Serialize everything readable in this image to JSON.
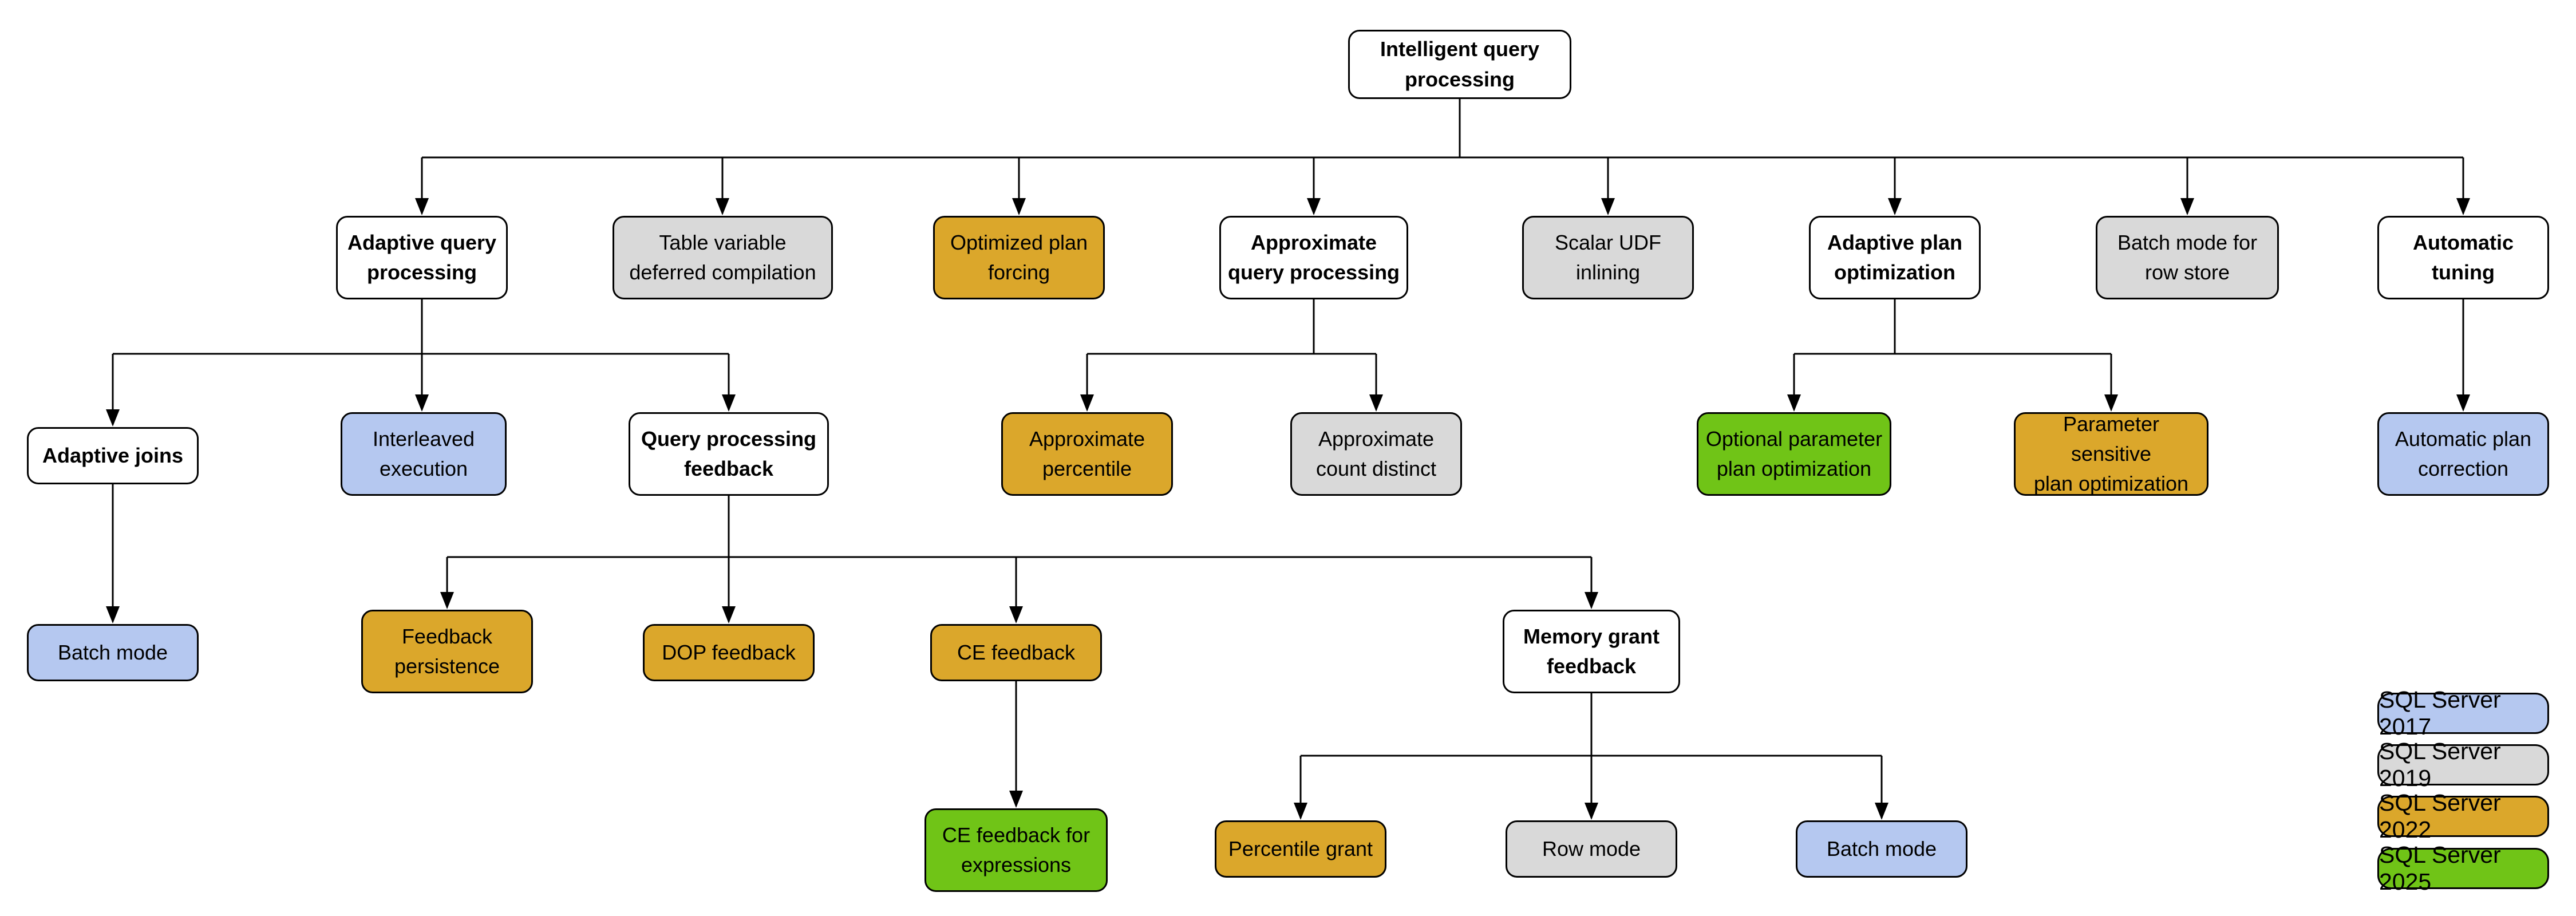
{
  "diagram": {
    "title": "Intelligent query processing feature family tree",
    "colors": {
      "sql_server_2017": "#b5c8f0",
      "sql_server_2019": "#d9d9d9",
      "sql_server_2022": "#dba72b",
      "sql_server_2025": "#70c417",
      "plain_node": "#ffffff",
      "line": "#000000"
    }
  },
  "nodes": {
    "root": {
      "label": "Intelligent query\nprocessing",
      "version": "none"
    },
    "adaptive_query_processing": {
      "label": "Adaptive query\nprocessing",
      "version": "none"
    },
    "table_variable_deferred_compilation": {
      "label": "Table variable\ndeferred compilation",
      "version": "SQL Server 2019"
    },
    "optimized_plan_forcing": {
      "label": "Optimized plan\nforcing",
      "version": "SQL Server 2022"
    },
    "approximate_query_processing": {
      "label": "Approximate\nquery processing",
      "version": "none"
    },
    "scalar_udf_inlining": {
      "label": "Scalar UDF\ninlining",
      "version": "SQL Server 2019"
    },
    "adaptive_plan_optimization": {
      "label": "Adaptive plan\noptimization",
      "version": "none"
    },
    "batch_mode_for_row_store": {
      "label": "Batch mode for\nrow store",
      "version": "SQL Server 2019"
    },
    "automatic_tuning": {
      "label": "Automatic\ntuning",
      "version": "none"
    },
    "adaptive_joins": {
      "label": "Adaptive joins",
      "version": "none"
    },
    "interleaved_execution": {
      "label": "Interleaved\nexecution",
      "version": "SQL Server 2017"
    },
    "query_processing_feedback": {
      "label": "Query processing\nfeedback",
      "version": "none"
    },
    "approximate_percentile": {
      "label": "Approximate\npercentile",
      "version": "SQL Server 2022"
    },
    "approximate_count_distinct": {
      "label": "Approximate\ncount distinct",
      "version": "SQL Server 2019"
    },
    "optional_parameter_plan_optimization": {
      "label": "Optional parameter\nplan optimization",
      "version": "SQL Server 2025"
    },
    "parameter_sensitive_plan_optimization": {
      "label": "Parameter sensitive\nplan optimization",
      "version": "SQL Server 2022"
    },
    "automatic_plan_correction": {
      "label": "Automatic plan\ncorrection",
      "version": "SQL Server 2017"
    },
    "batch_mode_adaptive_joins": {
      "label": "Batch mode",
      "version": "SQL Server 2017"
    },
    "feedback_persistence": {
      "label": "Feedback\npersistence",
      "version": "SQL Server 2022"
    },
    "dop_feedback": {
      "label": "DOP feedback",
      "version": "SQL Server 2022"
    },
    "ce_feedback": {
      "label": "CE feedback",
      "version": "SQL Server 2022"
    },
    "memory_grant_feedback": {
      "label": "Memory grant\nfeedback",
      "version": "none"
    },
    "ce_feedback_for_expressions": {
      "label": "CE feedback for\nexpressions",
      "version": "SQL Server 2025"
    },
    "percentile_grant": {
      "label": "Percentile grant",
      "version": "SQL Server 2022"
    },
    "row_mode": {
      "label": "Row mode",
      "version": "SQL Server 2019"
    },
    "batch_mode_memory_grant": {
      "label": "Batch mode",
      "version": "SQL Server 2017"
    }
  },
  "edges": [
    {
      "from": "root",
      "to": "adaptive_query_processing"
    },
    {
      "from": "root",
      "to": "table_variable_deferred_compilation"
    },
    {
      "from": "root",
      "to": "optimized_plan_forcing"
    },
    {
      "from": "root",
      "to": "approximate_query_processing"
    },
    {
      "from": "root",
      "to": "scalar_udf_inlining"
    },
    {
      "from": "root",
      "to": "adaptive_plan_optimization"
    },
    {
      "from": "root",
      "to": "batch_mode_for_row_store"
    },
    {
      "from": "root",
      "to": "automatic_tuning"
    },
    {
      "from": "adaptive_query_processing",
      "to": "adaptive_joins"
    },
    {
      "from": "adaptive_query_processing",
      "to": "interleaved_execution"
    },
    {
      "from": "adaptive_query_processing",
      "to": "query_processing_feedback"
    },
    {
      "from": "approximate_query_processing",
      "to": "approximate_percentile"
    },
    {
      "from": "approximate_query_processing",
      "to": "approximate_count_distinct"
    },
    {
      "from": "adaptive_plan_optimization",
      "to": "optional_parameter_plan_optimization"
    },
    {
      "from": "adaptive_plan_optimization",
      "to": "parameter_sensitive_plan_optimization"
    },
    {
      "from": "automatic_tuning",
      "to": "automatic_plan_correction"
    },
    {
      "from": "adaptive_joins",
      "to": "batch_mode_adaptive_joins"
    },
    {
      "from": "query_processing_feedback",
      "to": "feedback_persistence"
    },
    {
      "from": "query_processing_feedback",
      "to": "dop_feedback"
    },
    {
      "from": "query_processing_feedback",
      "to": "ce_feedback"
    },
    {
      "from": "query_processing_feedback",
      "to": "memory_grant_feedback"
    },
    {
      "from": "ce_feedback",
      "to": "ce_feedback_for_expressions"
    },
    {
      "from": "memory_grant_feedback",
      "to": "percentile_grant"
    },
    {
      "from": "memory_grant_feedback",
      "to": "row_mode"
    },
    {
      "from": "memory_grant_feedback",
      "to": "batch_mode_memory_grant"
    }
  ],
  "legend": {
    "items": [
      {
        "label": "SQL Server 2017",
        "color": "#b5c8f0"
      },
      {
        "label": "SQL Server 2019",
        "color": "#d9d9d9"
      },
      {
        "label": "SQL Server 2022",
        "color": "#dba72b"
      },
      {
        "label": "SQL Server 2025",
        "color": "#70c417"
      }
    ]
  }
}
